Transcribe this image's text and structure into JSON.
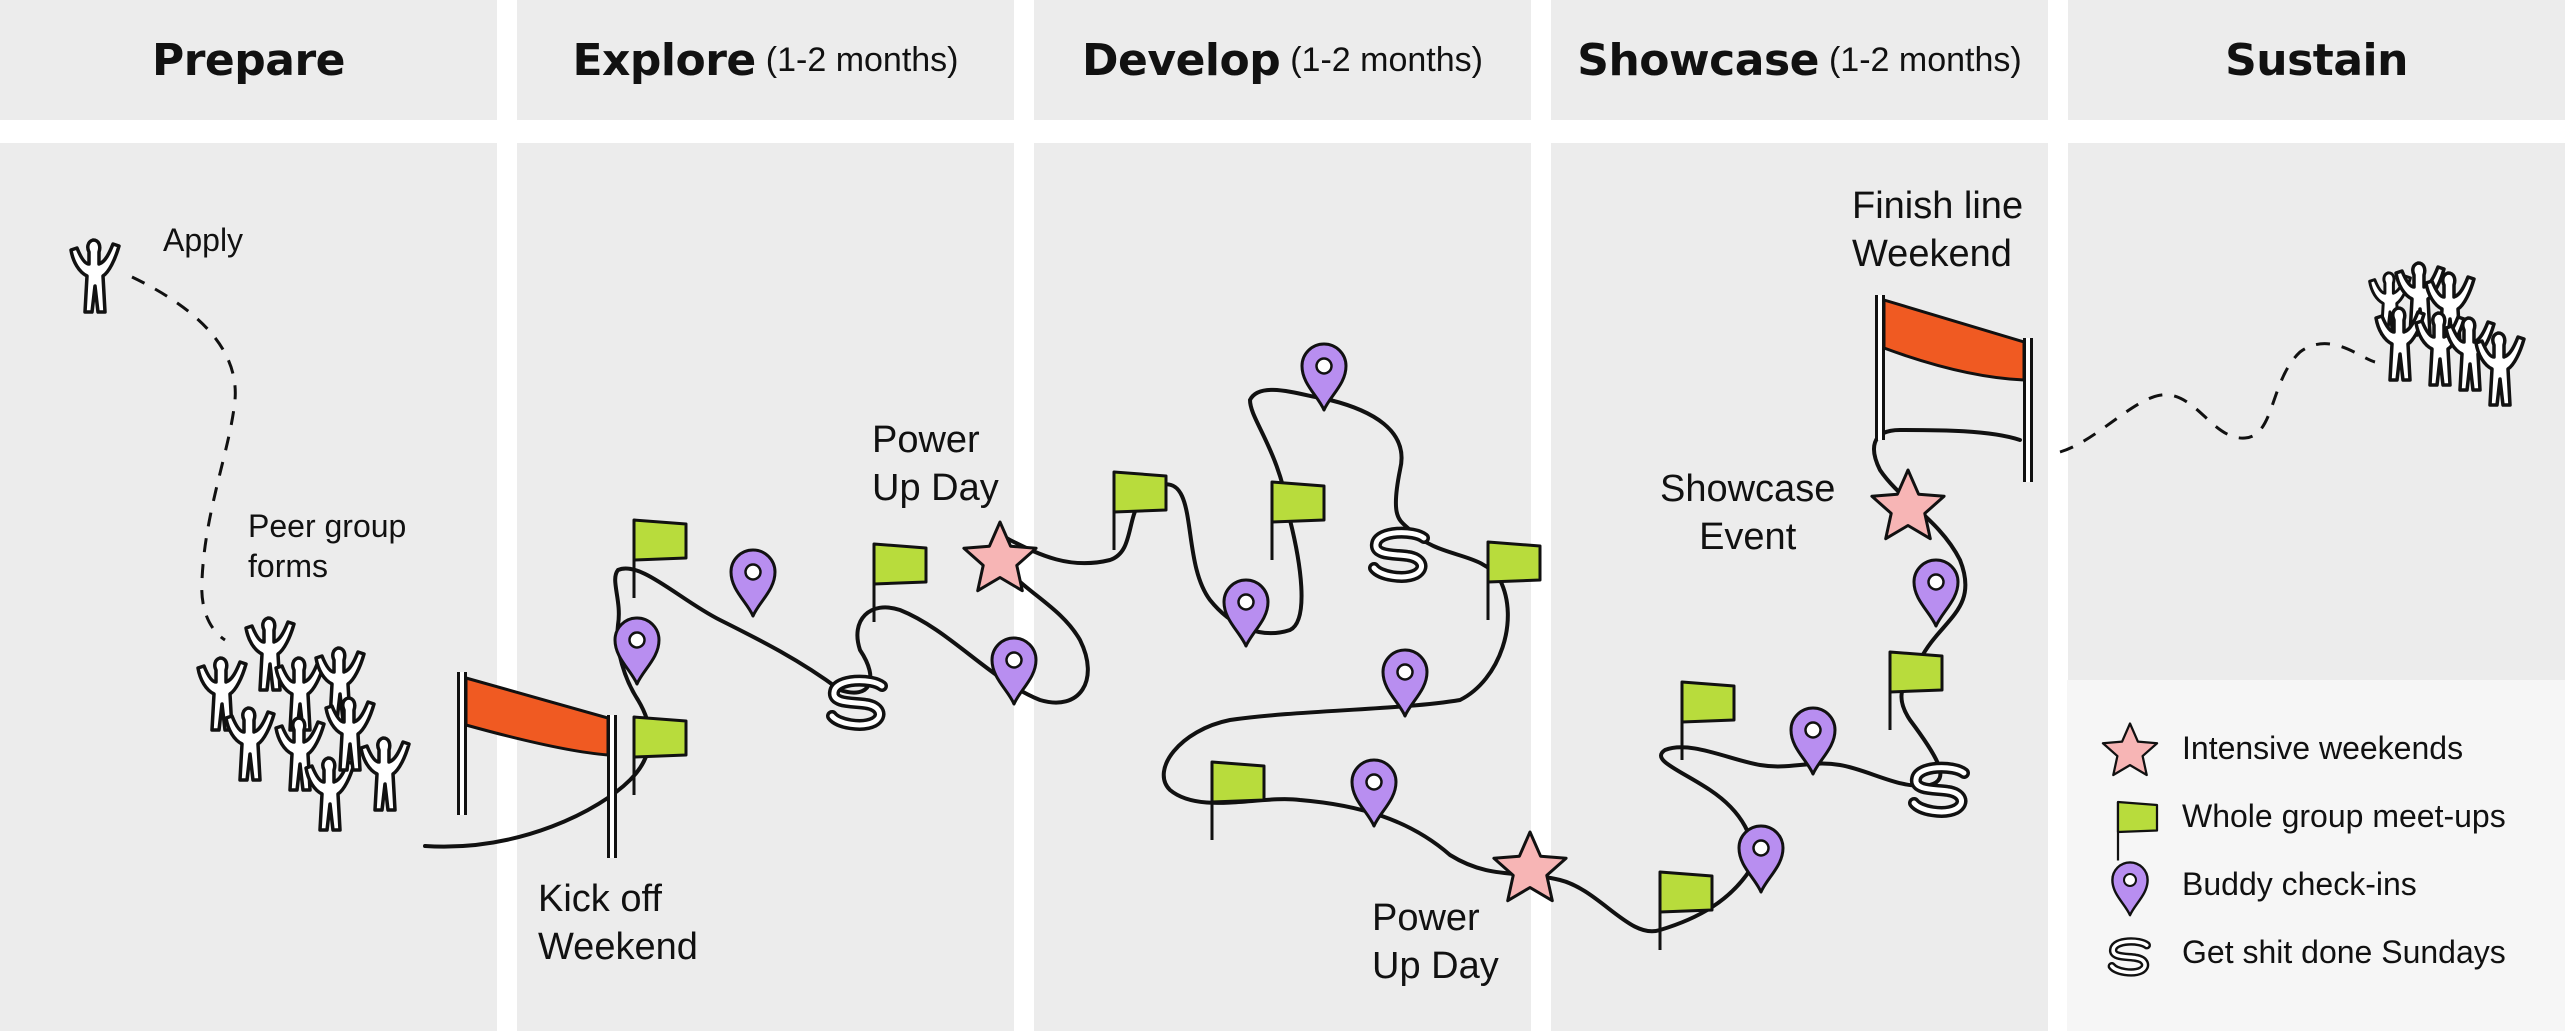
{
  "columns": [
    {
      "title": "Prepare",
      "duration": ""
    },
    {
      "title": "Explore",
      "duration": "(1-2 months)"
    },
    {
      "title": "Develop",
      "duration": "(1-2 months)"
    },
    {
      "title": "Showcase",
      "duration": "(1-2 months)"
    },
    {
      "title": "Sustain",
      "duration": ""
    }
  ],
  "labels": {
    "apply": "Apply",
    "peer_group_1": "Peer group",
    "peer_group_2": "forms",
    "kickoff_1": "Kick off",
    "kickoff_2": "Weekend",
    "powerup1_1": "Power",
    "powerup1_2": "Up Day",
    "powerup2_1": "Power",
    "powerup2_2": "Up Day",
    "showcase_1": "Showcase",
    "showcase_2": "Event",
    "finish_1": "Finish line",
    "finish_2": "Weekend"
  },
  "legend": [
    {
      "icon": "star-icon",
      "label": "Intensive weekends"
    },
    {
      "icon": "flag-icon",
      "label": "Whole group meet-ups"
    },
    {
      "icon": "pin-icon",
      "label": "Buddy check-ins"
    },
    {
      "icon": "s-icon",
      "label": "Get shit done Sundays"
    }
  ],
  "colors": {
    "panel": "#ececec",
    "star": "#f7b5b5",
    "flag": "#b8dc3c",
    "pin": "#b88ef0",
    "banner": "#f05a22"
  }
}
